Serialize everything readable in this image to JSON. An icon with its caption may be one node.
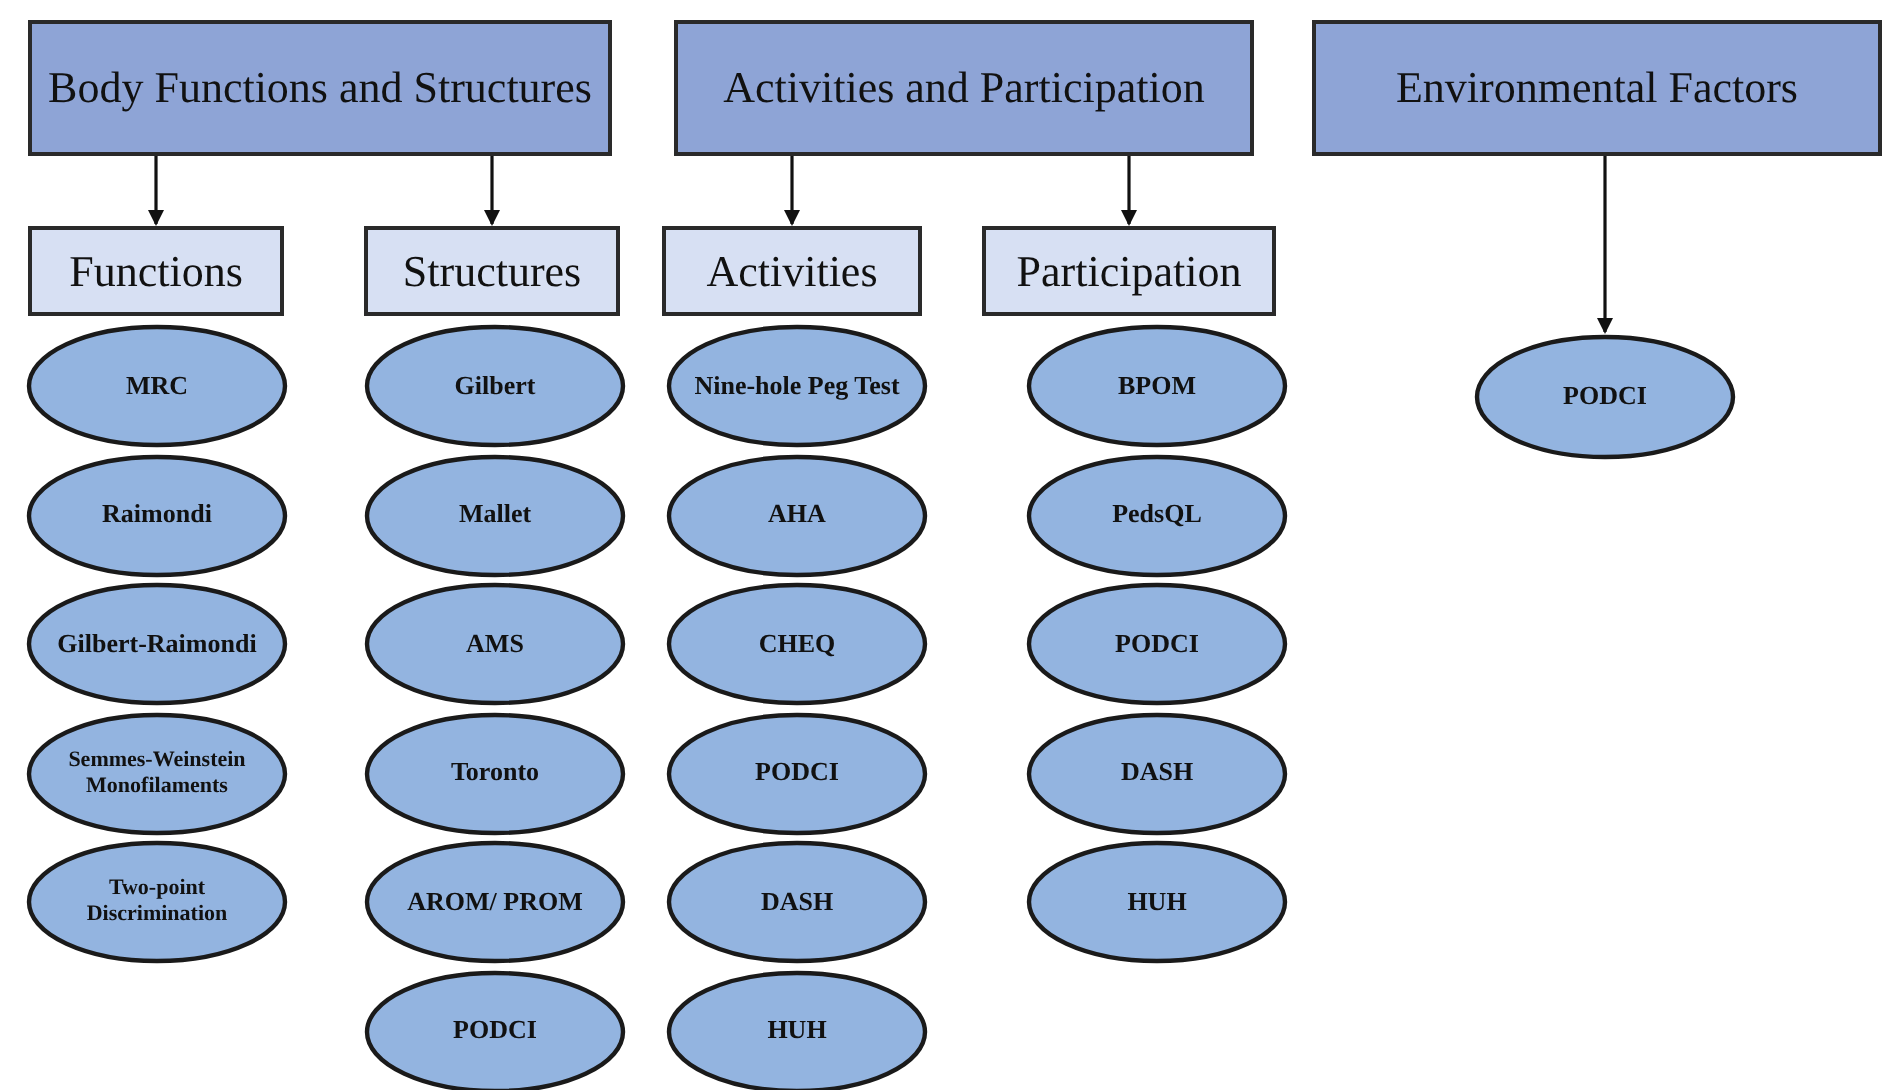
{
  "diagram": {
    "nodes": [
      {
        "text": [
          "Body Functions and Structures"
        ]
      },
      {
        "text": [
          "Activities and Participation"
        ]
      },
      {
        "text": [
          "Environmental Factors"
        ]
      },
      {
        "text": [
          "Functions"
        ]
      },
      {
        "text": [
          "Structures"
        ]
      },
      {
        "text": [
          "Activities"
        ]
      },
      {
        "text": [
          "Participation"
        ]
      },
      {
        "text": [
          "MRC"
        ]
      },
      {
        "text": [
          "Raimondi"
        ]
      },
      {
        "text": [
          "Gilbert-Raimondi"
        ]
      },
      {
        "text": [
          "Semmes-Weinstein Monofilaments"
        ]
      },
      {
        "text": [
          "Two-point Discrimination"
        ]
      },
      {
        "text": [
          "Gilbert"
        ]
      },
      {
        "text": [
          "Mallet"
        ]
      },
      {
        "text": [
          "AMS"
        ]
      },
      {
        "text": [
          "Toronto"
        ]
      },
      {
        "text": [
          "AROM/ PROM"
        ]
      },
      {
        "text": [
          "PODCI"
        ]
      },
      {
        "text": [
          "Nine-hole Peg Test"
        ]
      },
      {
        "text": [
          "AHA"
        ]
      },
      {
        "text": [
          "CHEQ"
        ]
      },
      {
        "text": [
          "PODCI"
        ]
      },
      {
        "text": [
          "DASH"
        ]
      },
      {
        "text": [
          "HUH"
        ]
      },
      {
        "text": [
          "BPOM"
        ]
      },
      {
        "text": [
          "PedsQL"
        ]
      },
      {
        "text": [
          "PODCI"
        ]
      },
      {
        "text": [
          "DASH"
        ]
      },
      {
        "text": [
          "HUH"
        ]
      },
      {
        "text": [
          "PODCI"
        ]
      }
    ],
    "edges": [
      {
        "from": 0,
        "to": 3,
        "arrow": "to"
      },
      {
        "from": 0,
        "to": 4,
        "arrow": "to"
      },
      {
        "from": 1,
        "to": 5,
        "arrow": "to"
      },
      {
        "from": 1,
        "to": 6,
        "arrow": "to"
      },
      {
        "from": 2,
        "to": 29,
        "arrow": "to"
      }
    ]
  }
}
